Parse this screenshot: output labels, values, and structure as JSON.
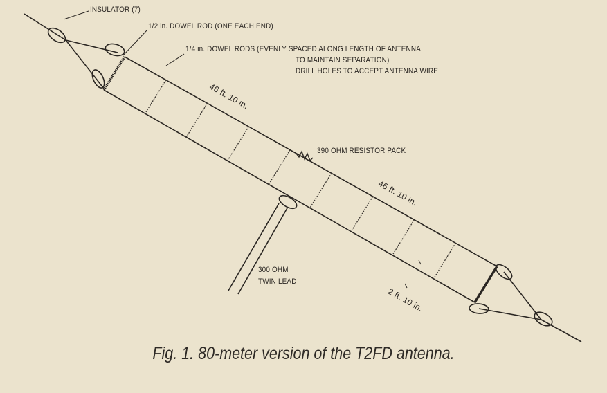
{
  "labels": {
    "insulator": "INSULATOR (7)",
    "half_inch_rod": "1/2 in. DOWEL ROD (ONE EACH END)",
    "quarter_inch_rods_1": "1/4 in. DOWEL RODS (EVENLY SPACED ALONG LENGTH OF ANTENNA",
    "quarter_inch_rods_2": "TO MAINTAIN SEPARATION)",
    "quarter_inch_rods_3": "DRILL HOLES TO ACCEPT ANTENNA WIRE",
    "length_upper": "46 ft. 10 in.",
    "resistor": "390 OHM RESISTOR PACK",
    "length_lower": "46 ft. 10 in.",
    "twin_lead_1": "300 OHM",
    "twin_lead_2": "TWIN LEAD",
    "separation": "2 ft. 10 in."
  },
  "caption": "Fig. 1. 80-meter version of the T2FD antenna.",
  "colors": {
    "background": "#ebe3cd",
    "ink": "#2a2622"
  }
}
